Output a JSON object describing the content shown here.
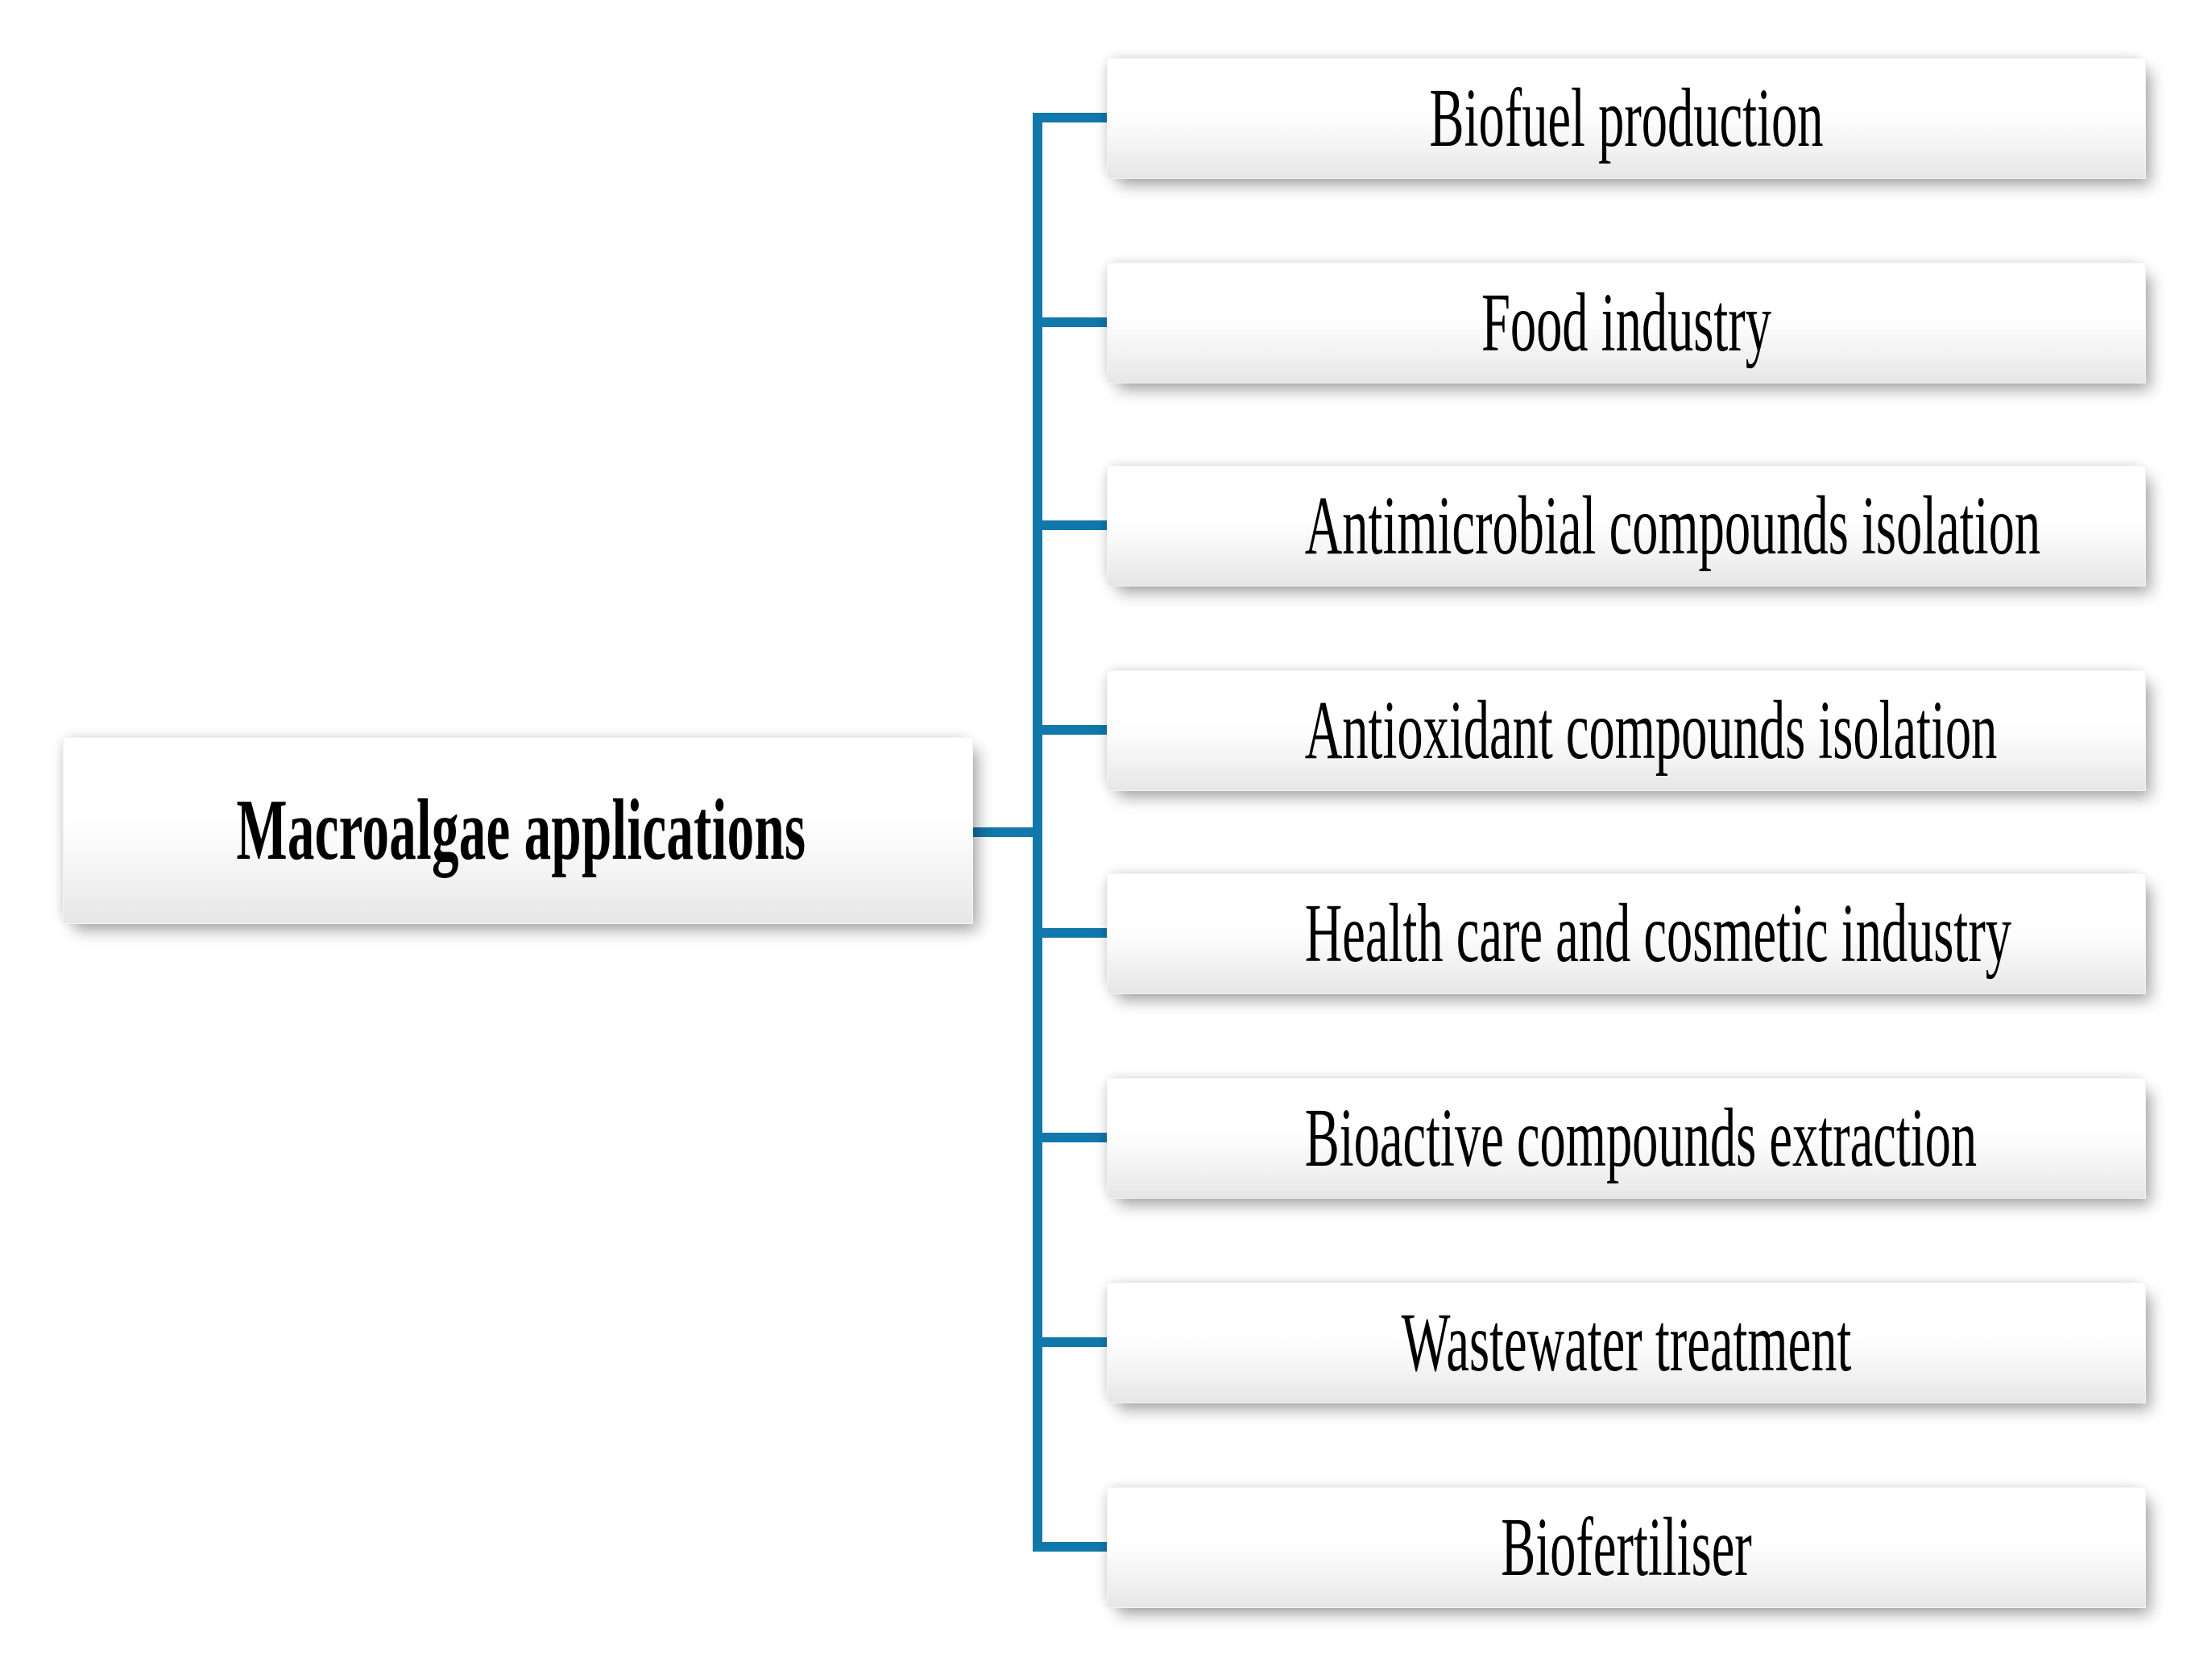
{
  "diagram": {
    "type": "hierarchy-tree",
    "orientation": "left-root-right-leaves",
    "connector_color": "#1178AC",
    "box_fill_light": "#ffffff",
    "box_fill_dark": "#e6e6e6",
    "text_color": "#000000",
    "root": {
      "label": "Macroalgae applications"
    },
    "branches": [
      {
        "label": "Biofuel production"
      },
      {
        "label": "Food industry"
      },
      {
        "label": "Antimicrobial compounds isolation"
      },
      {
        "label": "Antioxidant compounds isolation"
      },
      {
        "label": "Health care and cosmetic industry"
      },
      {
        "label": "Bioactive compounds extraction"
      },
      {
        "label": "Wastewater treatment"
      },
      {
        "label": "Biofertiliser"
      }
    ]
  }
}
